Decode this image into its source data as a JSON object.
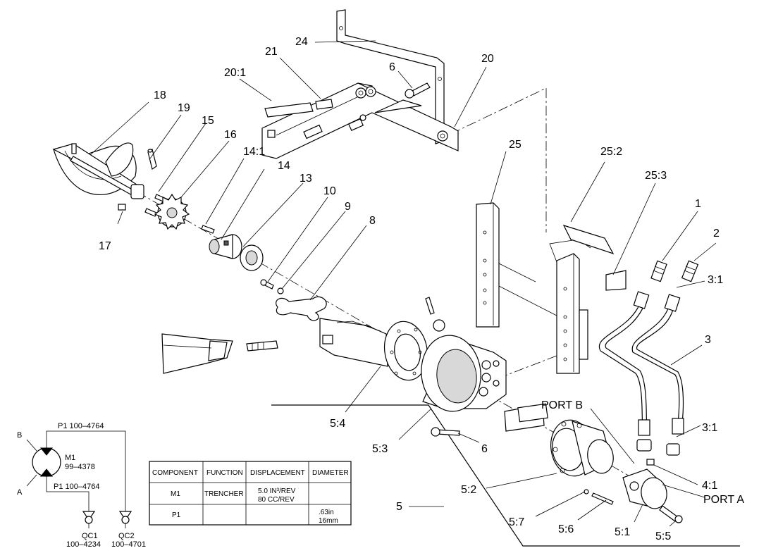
{
  "callouts": {
    "c24": "24",
    "c21": "21",
    "c20_1": "20:1",
    "c6a": "6",
    "c20": "20",
    "c18": "18",
    "c19": "19",
    "c15": "15",
    "c16": "16",
    "c14_1": "14:1",
    "c14": "14",
    "c13": "13",
    "c10": "10",
    "c9": "9",
    "c8": "8",
    "c17": "17",
    "c25": "25",
    "c25_2": "25:2",
    "c25_3": "25:3",
    "c1": "1",
    "c2": "2",
    "c3_1a": "3:1",
    "c3": "3",
    "c3_1b": "3:1",
    "port_b": "PORT B",
    "c4_1": "4:1",
    "port_a": "PORT A",
    "c5_4": "5:4",
    "c5_3": "5:3",
    "c6b": "6",
    "c5_2": "5:2",
    "c5": "5",
    "c5_7": "5:7",
    "c5_6": "5:6",
    "c5_1": "5:1",
    "c5_5": "5:5"
  },
  "schematic": {
    "port_b": "B",
    "port_a": "A",
    "line_top": "P1 100–4764",
    "line_bottom": "P1 100–4764",
    "motor_name": "M1",
    "motor_part": "99–4378",
    "qc1_name": "QC1",
    "qc1_part": "100–4234",
    "qc2_name": "QC2",
    "qc2_part": "100–4701"
  },
  "table": {
    "headers": [
      "COMPONENT",
      "FUNCTION",
      "DISPLACEMENT",
      "DIAMETER"
    ],
    "rows": [
      {
        "component": "M1",
        "function": "TRENCHER",
        "displacement_line1": "5.0 IN³/REV",
        "displacement_line2": "80 CC/REV",
        "diameter_line1": "",
        "diameter_line2": ""
      },
      {
        "component": "P1",
        "function": "",
        "displacement_line1": "",
        "displacement_line2": "",
        "diameter_line1": ".63in",
        "diameter_line2": "16mm"
      }
    ]
  }
}
